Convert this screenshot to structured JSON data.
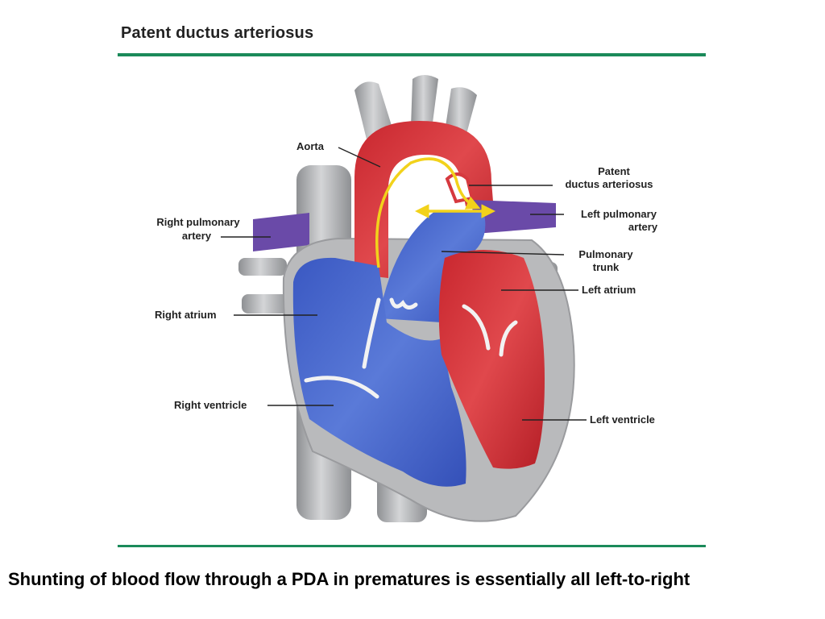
{
  "figure": {
    "title": "Patent ductus arteriosus",
    "labels": {
      "aorta": "Aorta",
      "pda_line1": "Patent",
      "pda_line2": "ductus arteriosus",
      "right_pa_line1": "Right pulmonary",
      "right_pa_line2": "artery",
      "left_pa_line1": "Left pulmonary",
      "left_pa_line2": "artery",
      "pulmonary_trunk_line1": "Pulmonary",
      "pulmonary_trunk_line2": "trunk",
      "left_atrium": "Left atrium",
      "right_atrium": "Right atrium",
      "right_ventricle": "Right ventricle",
      "left_ventricle": "Left ventricle"
    }
  },
  "caption": "Shunting of blood flow through a PDA in prematures is essentially all left-to-right",
  "colors": {
    "rule": "#1b8a5a",
    "oxygenated": "#d6393f",
    "deoxygenated": "#4766c9",
    "vessel_gray": "#a9abae",
    "myocardium_gray": "#b9babc",
    "flow_arrow": "#f2d21b",
    "pulmonary_artery": "#6a4aa8"
  }
}
